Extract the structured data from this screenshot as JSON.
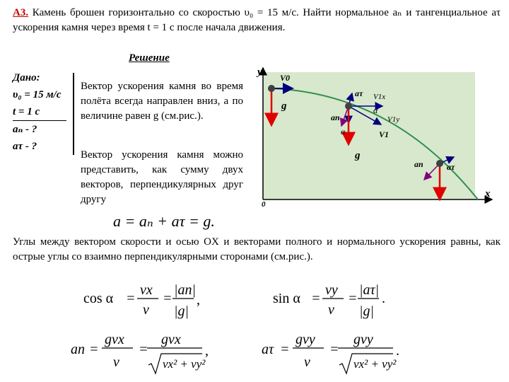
{
  "problem": {
    "number": "A3.",
    "text": "Камень брошен горизонтально со скоростью υ₀ = 15 м/с. Найти нормальное aₙ и тангенциальное aτ ускорения камня через время t = 1 с после начала движения."
  },
  "solution": {
    "heading": "Решение",
    "given_title": "Дано:",
    "given_items": [
      "υ₀ = 15 м/с",
      "t = 1 с",
      "aₙ - ?",
      "aτ - ?"
    ],
    "paragraph1": "Вектор ускорения камня во время полёта всегда направлен вниз, а по величине равен g (см.рис.).",
    "paragraph2": "Вектор ускорения камня можно представить, как сумму двух векторов, перпендикулярных друг другу",
    "vector_sum": "a = aₙ + aτ = g.",
    "paragraph3": "Углы между вектором скорости и осью OX и векторами полного и нормального ускорения равны, как острые углы со взаимно перпендикулярными сторонами (см.рис.)."
  },
  "figure": {
    "axis_y": "y",
    "axis_x": "x",
    "origin": "0",
    "label_v0": "V0",
    "label_g": "g",
    "label_at": "aτ",
    "label_an": "an",
    "label_v1x": "V1x",
    "label_v1y": "V1y",
    "label_v1": "V1",
    "label_alpha": "α",
    "colors": {
      "panel": "#d8e8cc",
      "trajectory": "#2f8f4f",
      "gravity": "#e00000",
      "tangential": "#000080",
      "normal": "#800080",
      "velocity": "#000080",
      "ball": "#404040"
    }
  },
  "formulas": {
    "cos_lhs": "cos α",
    "sin_lhs": "sin α",
    "vx": "vx",
    "vy": "vy",
    "v": "v",
    "an_abs": "|an|",
    "at_abs": "|aτ|",
    "g_abs": "|g|",
    "an": "an",
    "at": "aτ",
    "g_vx": "gvx",
    "g_vy": "gvy",
    "sqrt_arg": "vx² + vy²"
  }
}
